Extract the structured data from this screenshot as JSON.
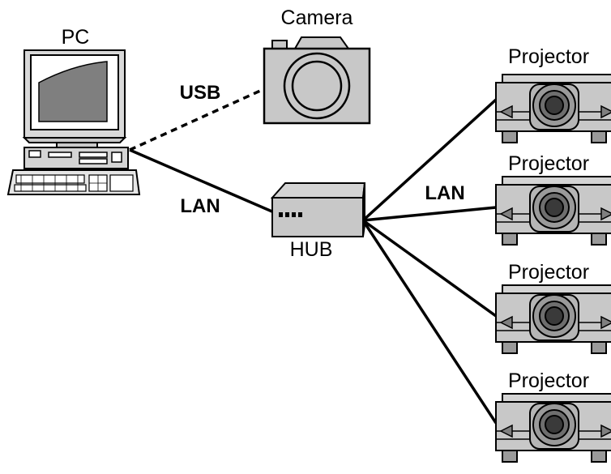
{
  "labels": {
    "pc": "PC",
    "camera": "Camera",
    "hub": "HUB",
    "usb": "USB",
    "lan_left": "LAN",
    "lan_right": "LAN",
    "projectors": [
      "Projector",
      "Projector",
      "Projector",
      "Projector"
    ]
  },
  "colors": {
    "device_fill": "#c8c8c8",
    "device_dark": "#9a9a9a",
    "screen_fill": "#7f7f7f",
    "line": "#000000",
    "background": "#ffffff"
  }
}
